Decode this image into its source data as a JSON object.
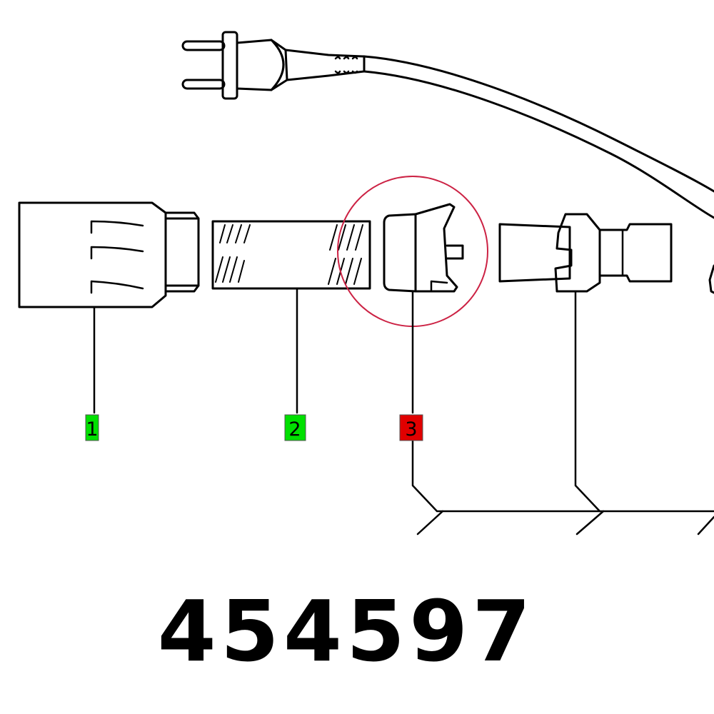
{
  "callouts": [
    {
      "number": "1",
      "status": "available",
      "color": "#00e000"
    },
    {
      "number": "2",
      "status": "available",
      "color": "#00e000"
    },
    {
      "number": "3",
      "status": "selected",
      "color": "#e00000"
    }
  ],
  "highlight": {
    "target_callout": "3",
    "color": "#cc2244"
  },
  "part_number": "454597"
}
